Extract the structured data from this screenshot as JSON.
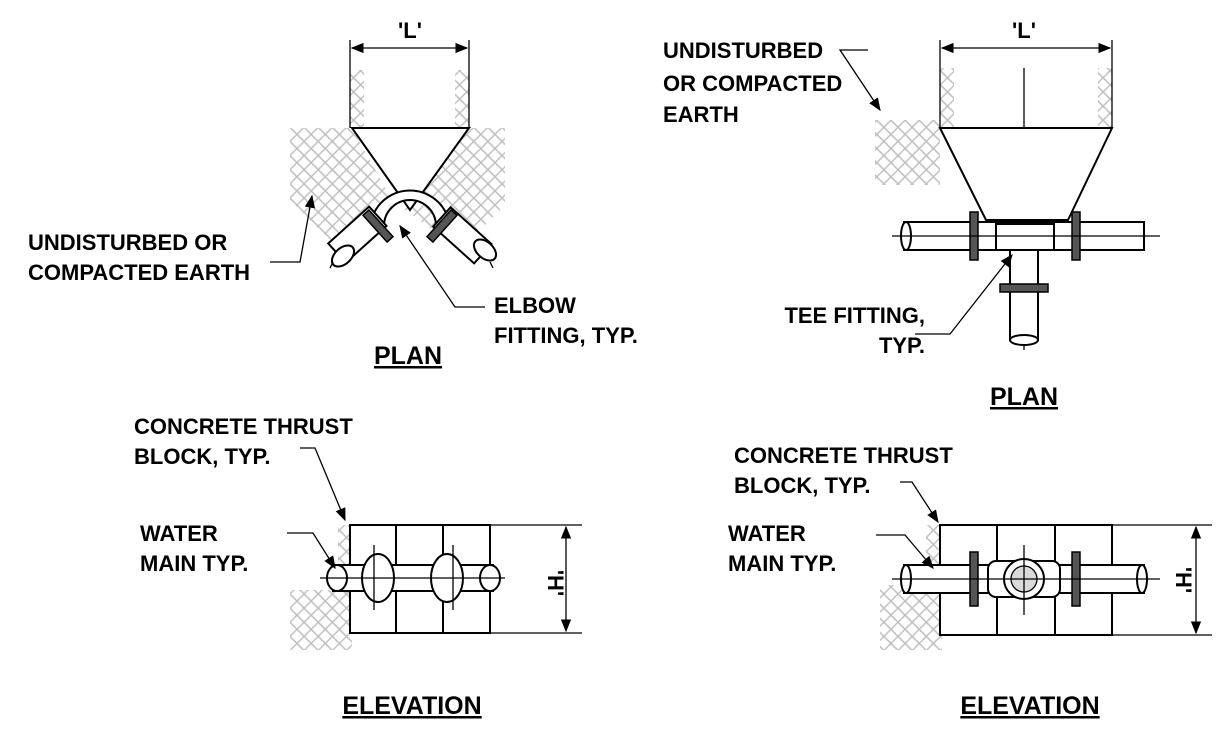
{
  "left_plan": {
    "dim_label": "'L'",
    "earth_label_line1": "UNDISTURBED OR",
    "earth_label_line2": "COMPACTED EARTH",
    "fitting_label_line1": "ELBOW",
    "fitting_label_line2": "FITTING,  TYP.",
    "title": "PLAN"
  },
  "right_plan": {
    "dim_label": "'L'",
    "earth_label_line1": "UNDISTURBED",
    "earth_label_line2": "OR COMPACTED",
    "earth_label_line3": "EARTH",
    "fitting_label_line1": "TEE FITTING,",
    "fitting_label_line2": "TYP.",
    "title": "PLAN"
  },
  "left_elevation": {
    "block_label_line1": "CONCRETE THRUST",
    "block_label_line2": "BLOCK, TYP.",
    "main_label_line1": "WATER",
    "main_label_line2": "MAIN TYP.",
    "dim_label": "'H'",
    "title": "ELEVATION"
  },
  "right_elevation": {
    "block_label_line1": "CONCRETE THRUST",
    "block_label_line2": "BLOCK, TYP.",
    "main_label_line1": "WATER",
    "main_label_line2": "MAIN TYP.",
    "dim_label": "'H'",
    "title": "ELEVATION"
  }
}
